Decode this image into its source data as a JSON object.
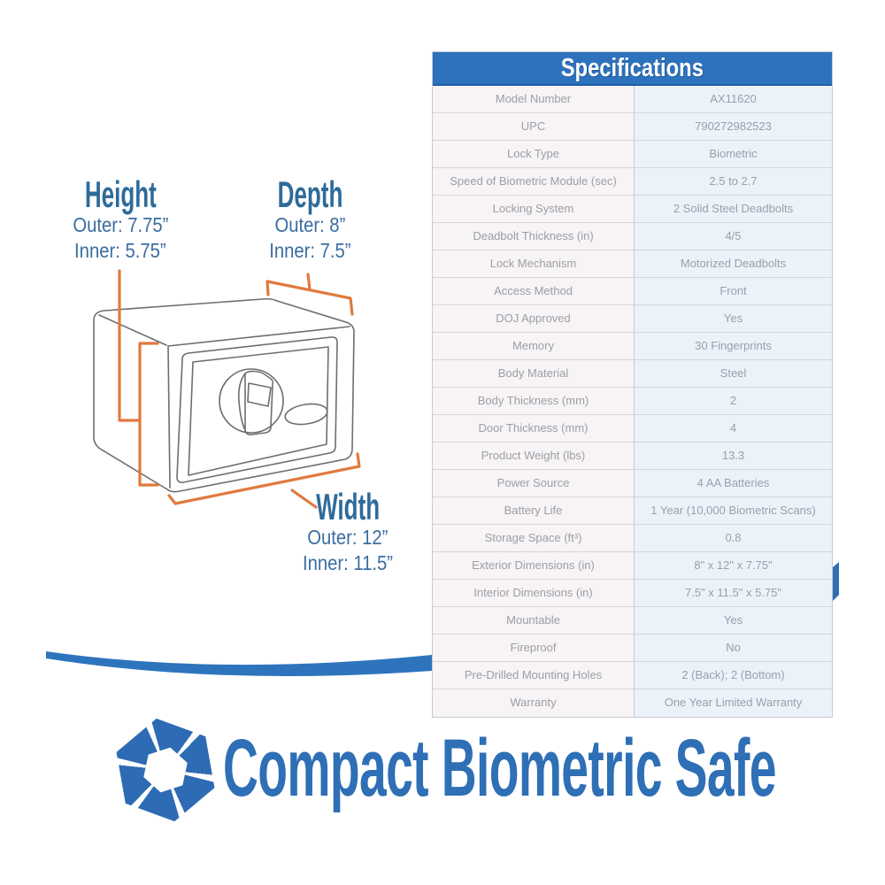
{
  "colors": {
    "brand_blue": "#2e6fb5",
    "table_header_blue": "#2d72bc",
    "dimension_orange": "#e07a3e",
    "label_blue": "#2e6b9a",
    "table_text_gray": "#98a0aa"
  },
  "diagram": {
    "safe_illustration": "compact-safe-line-drawing",
    "height": {
      "title": "Height",
      "outer": "Outer: 7.75”",
      "inner": "Inner: 5.75”"
    },
    "depth": {
      "title": "Depth",
      "outer": "Outer: 8”",
      "inner": "Inner: 7.5”"
    },
    "width": {
      "title": "Width",
      "outer": "Outer: 12”",
      "inner": "Inner: 11.5”"
    }
  },
  "spec_table": {
    "title": "Specifications",
    "rows": [
      {
        "label": "Model Number",
        "value": "AX11620"
      },
      {
        "label": "UPC",
        "value": "790272982523"
      },
      {
        "label": "Lock Type",
        "value": "Biometric"
      },
      {
        "label": "Speed of Biometric Module (sec)",
        "value": "2.5 to 2.7"
      },
      {
        "label": "Locking System",
        "value": "2 Solid Steel Deadbolts"
      },
      {
        "label": "Deadbolt Thickness (in)",
        "value": "4/5"
      },
      {
        "label": "Lock Mechanism",
        "value": "Motorized Deadbolts"
      },
      {
        "label": "Access Method",
        "value": "Front"
      },
      {
        "label": "DOJ Approved",
        "value": "Yes"
      },
      {
        "label": "Memory",
        "value": "30 Fingerprints"
      },
      {
        "label": "Body Material",
        "value": "Steel"
      },
      {
        "label": "Body Thickness (mm)",
        "value": "2"
      },
      {
        "label": "Door Thickness (mm)",
        "value": "4"
      },
      {
        "label": "Product Weight (lbs)",
        "value": "13.3"
      },
      {
        "label": "Power Source",
        "value": "4 AA Batteries"
      },
      {
        "label": "Battery Life",
        "value": "1 Year (10,000 Biometric Scans)"
      },
      {
        "label": "Storage Space (ft³)",
        "value": "0.8"
      },
      {
        "label": "Exterior Dimensions (in)",
        "value": "8\" x 12\" x 7.75\""
      },
      {
        "label": "Interior Dimensions (in)",
        "value": "7.5\" x 11.5\" x 5.75\""
      },
      {
        "label": "Mountable",
        "value": "Yes"
      },
      {
        "label": "Fireproof",
        "value": "No"
      },
      {
        "label": "Pre-Drilled Mounting Holes",
        "value": "2 (Back); 2 (Bottom)"
      },
      {
        "label": "Warranty",
        "value": "One Year Limited Warranty"
      }
    ]
  },
  "branding": {
    "product_title": "Compact Biometric Safe",
    "logo": "hexagon-aperture-logo"
  }
}
